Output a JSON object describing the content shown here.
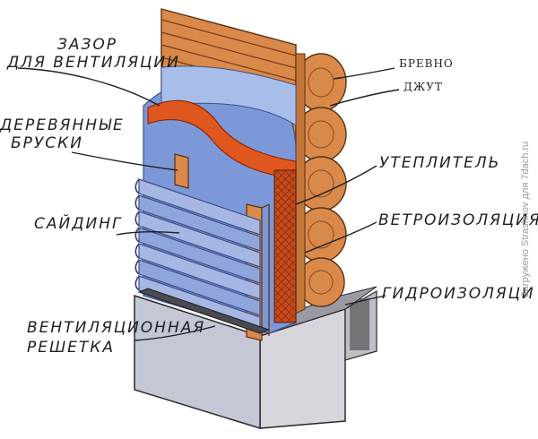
{
  "labels": {
    "gap_line1": "ЗАЗОР",
    "gap_line2": "ДЛЯ ВЕНТИЛЯЦИИ",
    "bars_line1": "ДЕРЕВЯННЫЕ",
    "bars_line2": "БРУСКИ",
    "siding": "САЙДИНГ",
    "grille_line1": "ВЕНТИЛЯЦИОННАЯ",
    "grille_line2": "РЕШЕТКА",
    "log": "БРЕВНО",
    "jute": "ДЖУТ",
    "insulation": "УТЕПЛИТЕЛЬ",
    "wind_barrier": "ВЕТРОИЗОЛЯЦИЯ",
    "waterproofing": "ГИДРОИЗОЛЯЦИ"
  },
  "watermark": "Загружено Strashnov для 7dach.ru",
  "colors": {
    "wood": "#d9894a",
    "wood_dark": "#a85a25",
    "orange_layer": "#e0561f",
    "blue_layer": "#7d98d8",
    "siding": "#8fa6dc",
    "foundation": "#d6d6dc",
    "line": "#1f1f22"
  }
}
